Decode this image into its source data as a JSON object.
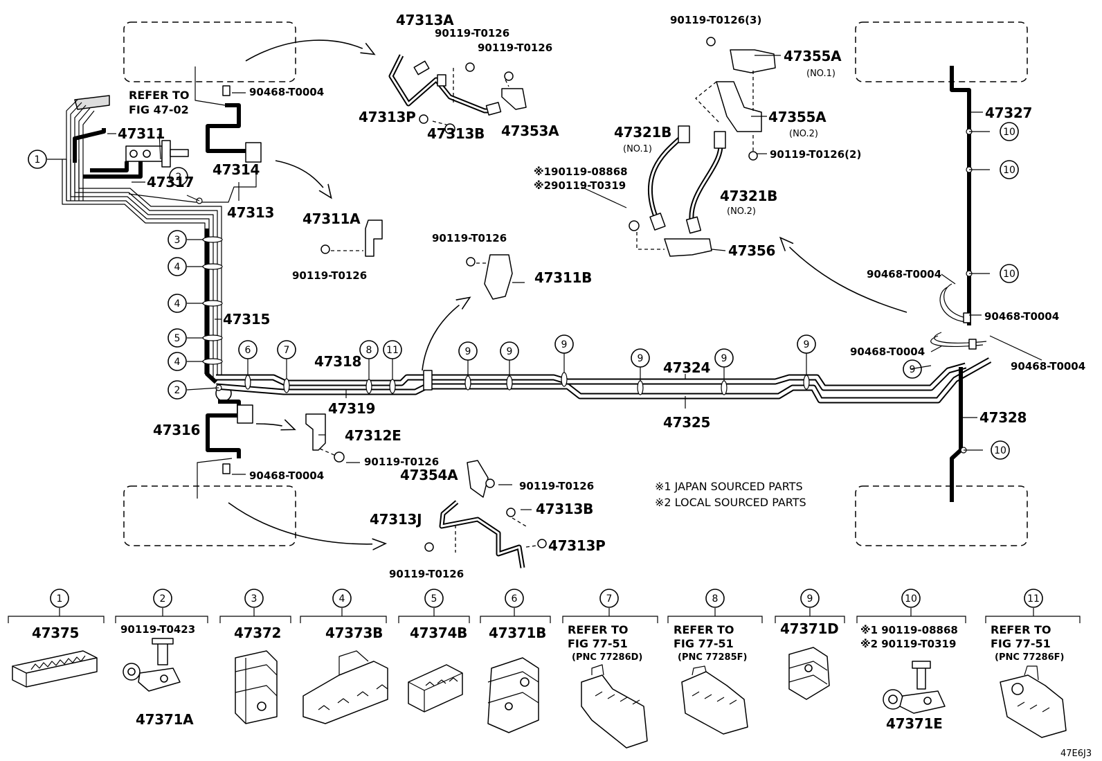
{
  "diagram": {
    "refer_fig_47_02": [
      "REFER TO",
      "FIG 47-02"
    ],
    "parts": {
      "p47313A": "47313A",
      "p90119_T0126_a": "90119-T0126",
      "p90119_T0126_b": "90119-T0126",
      "p47313P_top": "47313P",
      "p47313B_top": "47313B",
      "p47353A": "47353A",
      "p90468_T0004_top": "90468-T0004",
      "p47311": "47311",
      "p47317": "47317",
      "p47314": "47314",
      "p47313": "47313",
      "p47311A": "47311A",
      "p90119_T0126_c": "90119-T0126",
      "p47315": "47315",
      "p90119_T0126_d": "90119-T0126",
      "p47311B": "47311B",
      "p47318": "47318",
      "p47319": "47319",
      "p47324": "47324",
      "p47325": "47325",
      "p47316": "47316",
      "p47312E": "47312E",
      "p90119_T0126_e": "90119-T0126",
      "p90468_T0004_bot": "90468-T0004",
      "p47354A": "47354A",
      "p90119_T0126_f": "90119-T0126",
      "p47313B_bot": "47313B",
      "p47313J": "47313J",
      "p47313P_bot": "47313P",
      "p90119_T0126_g": "90119-T0126",
      "p90119_T0126_3": "90119-T0126(3)",
      "p47355A_1": "47355A",
      "no1_a": "(NO.1)",
      "p47355A_2": "47355A",
      "no2_a": "(NO.2)",
      "p47321B_1": "47321B",
      "no1_b": "(NO.1)",
      "p90119_T0126_2": "90119-T0126(2)",
      "pj_90119_08868": "※190119-08868",
      "pl_90119_T0319": "※290119-T0319",
      "p47321B_2": "47321B",
      "no2_b": "(NO.2)",
      "p47356": "47356",
      "p47327": "47327",
      "p90468_T0004_r1": "90468-T0004",
      "p90468_T0004_r2": "90468-T0004",
      "p90468_T0004_r3": "90468-T0004",
      "p90468_T0004_r4": "90468-T0004",
      "p47328": "47328"
    },
    "callouts": {
      "c1": "1",
      "c2a": "2",
      "c2b": "2",
      "c3": "3",
      "c4a": "4",
      "c4b": "4",
      "c4c": "4",
      "c5": "5",
      "c6": "6",
      "c7": "7",
      "c8": "8",
      "c11": "11",
      "c9a": "9",
      "c9b": "9",
      "c9c": "9",
      "c9d": "9",
      "c9e": "9",
      "c9f": "9",
      "c9g": "9",
      "c10a": "10",
      "c10b": "10",
      "c10c": "10",
      "c10d": "10"
    },
    "notes": [
      "※1 JAPAN SOURCED PARTS",
      "※2 LOCAL SOURCED PARTS"
    ],
    "legend": [
      {
        "num": "1",
        "lines": [
          "47375"
        ]
      },
      {
        "num": "2",
        "lines": [
          "90119-T0423",
          "47371A"
        ]
      },
      {
        "num": "3",
        "lines": [
          "47372"
        ]
      },
      {
        "num": "4",
        "lines": [
          "47373B"
        ]
      },
      {
        "num": "5",
        "lines": [
          "47374B"
        ]
      },
      {
        "num": "6",
        "lines": [
          "47371B"
        ]
      },
      {
        "num": "7",
        "lines": [
          "REFER TO",
          "FIG 77-51",
          "(PNC 77286D)"
        ]
      },
      {
        "num": "8",
        "lines": [
          "REFER TO",
          "FIG 77-51",
          "(PNC 77285F)"
        ]
      },
      {
        "num": "9",
        "lines": [
          "47371D"
        ]
      },
      {
        "num": "10",
        "lines": [
          "※1 90119-08868",
          "※2 90119-T0319",
          "47371E"
        ]
      },
      {
        "num": "11",
        "lines": [
          "REFER TO",
          "FIG 77-51",
          "(PNC 77286F)"
        ]
      }
    ],
    "figure_id": "47E6J3"
  }
}
